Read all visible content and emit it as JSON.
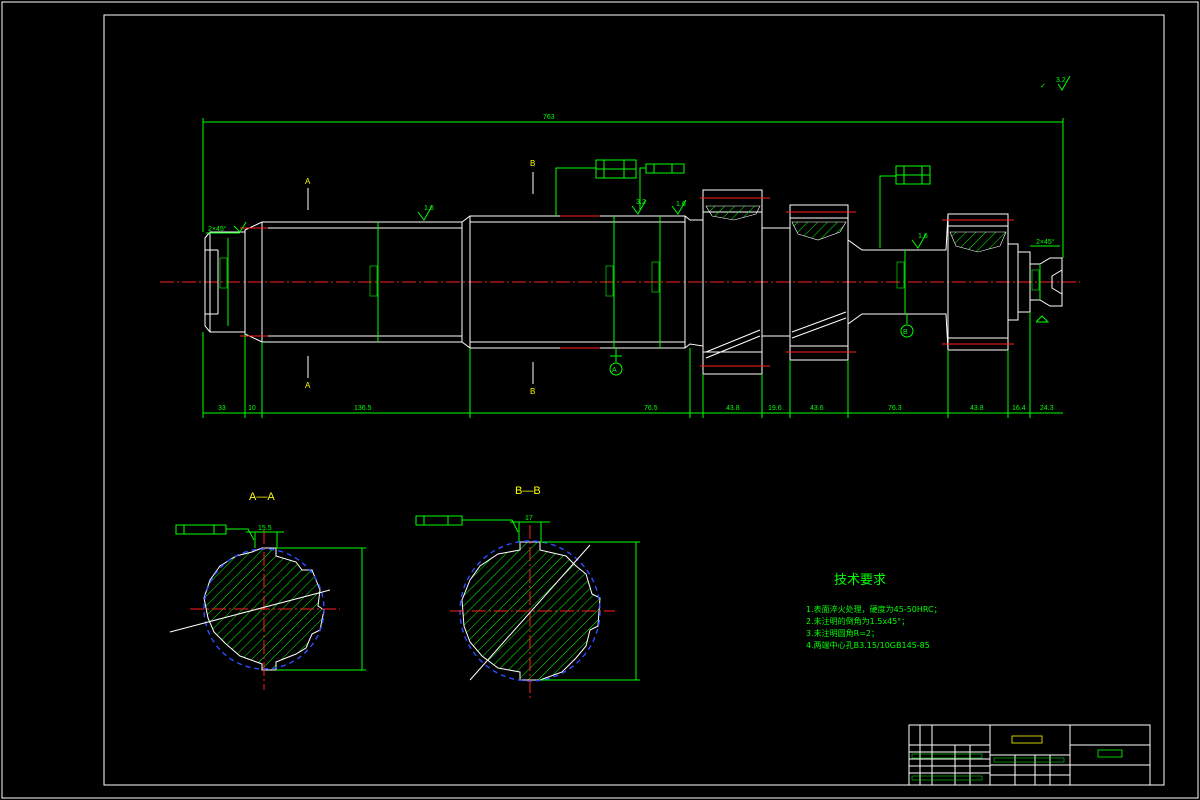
{
  "dimensions": {
    "overall": "763",
    "chamfer_left": "2×45°",
    "chamfer_right": "2×45°",
    "seg_1": "33",
    "seg_2": "10",
    "seg_3": "136.5",
    "seg_4": "76.5",
    "seg_5": "43.8",
    "seg_6": "19.6",
    "seg_7": "43.6",
    "seg_8": "76.3",
    "seg_9": "43.8",
    "seg_10": "16.4",
    "seg_11": "24.3",
    "spline_aa_width": "15.5",
    "spline_bb_width": "17",
    "roughness_a": "1.6",
    "roughness_b": "3.2"
  },
  "section_marks": {
    "a_top": "A",
    "a_bottom": "A",
    "b_top": "B",
    "b_bottom": "B",
    "datum_a": "A",
    "datum_b": "B"
  },
  "sections": {
    "aa_title": "A—A",
    "bb_title": "B—B"
  },
  "tech": {
    "title": "技术要求",
    "items": [
      "1.表面淬火处理，硬度为45-50HRC；",
      "2.未注明的倒角为1.5x45°；",
      "3.未注明圆角R=2；",
      "4.两端中心孔B3.15/10GB145-85"
    ]
  },
  "colors": {
    "background": "#000000",
    "outline": "#ffffff",
    "dimension": "#00ff00",
    "centerline": "#ff2020",
    "label": "#ffff00",
    "hidden": "#2f4dff"
  }
}
